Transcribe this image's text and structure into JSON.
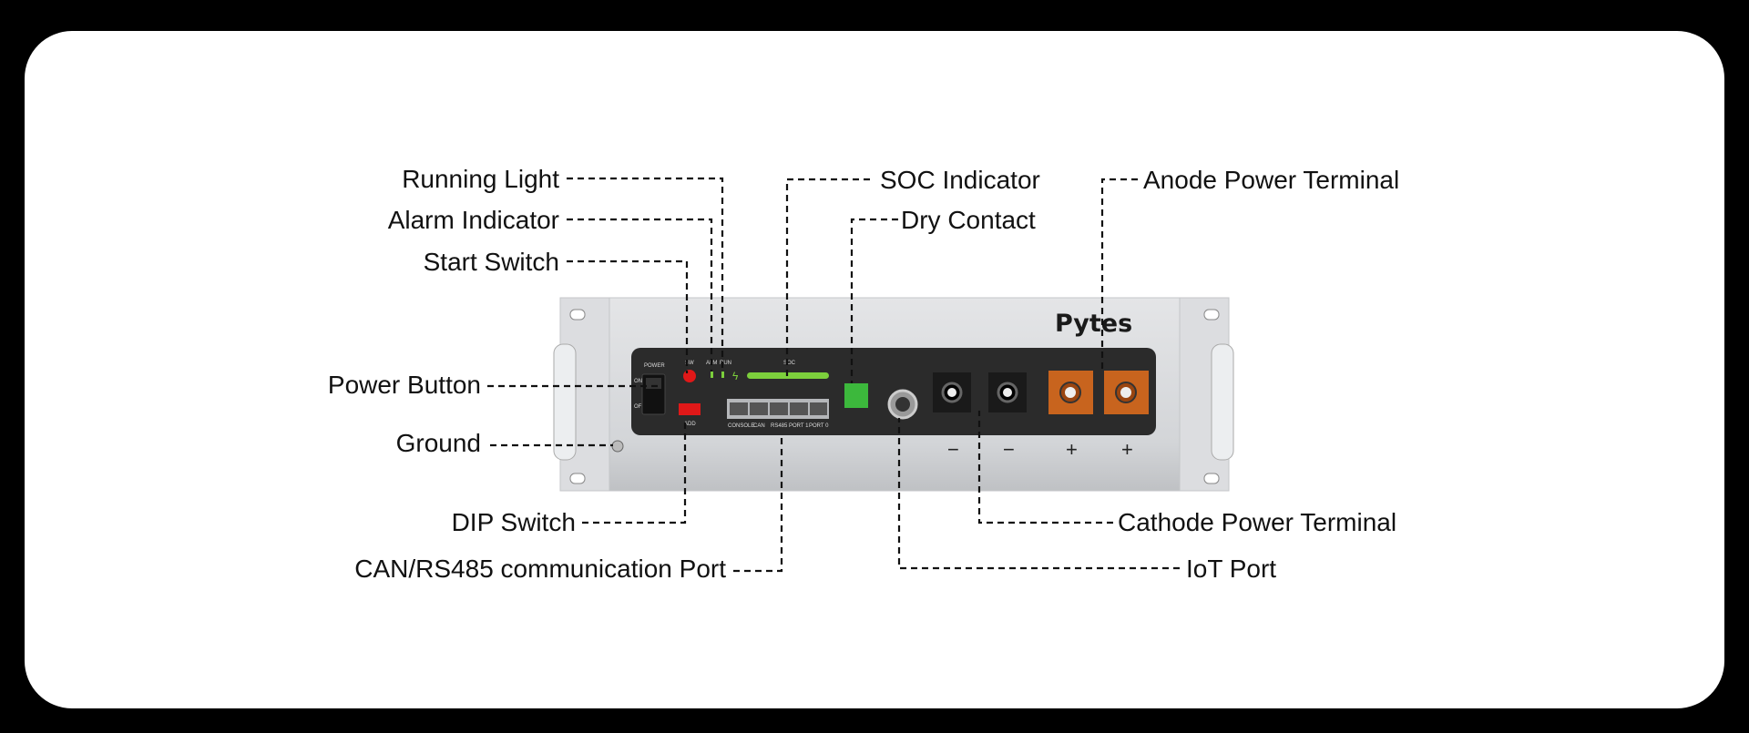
{
  "labels": {
    "running_light": "Running Light",
    "alarm_indicator": "Alarm Indicator",
    "start_switch": "Start Switch",
    "power_button": "Power Button",
    "ground": "Ground",
    "dip_switch": "DIP Switch",
    "can_rs485_port": "CAN/RS485 communication Port",
    "soc_indicator": "SOC Indicator",
    "dry_contact": "Dry Contact",
    "anode_power_terminal": "Anode Power Terminal",
    "cathode_power_terminal": "Cathode Power Terminal",
    "iot_port": "IoT Port"
  },
  "device": {
    "brand": "Pytes",
    "panel": {
      "power": "POWER",
      "on": "ON",
      "off": "OFF",
      "sw": "SW",
      "alm": "ALM",
      "run": "RUN",
      "soc": "SOC",
      "add": "ADD",
      "ports": [
        "CONSOLE",
        "CAN",
        "RS485",
        "PORT 1",
        "PORT 0"
      ],
      "terminal_signs": [
        "−",
        "−",
        "+",
        "+"
      ]
    },
    "colors": {
      "anode": "#c8641e",
      "soc_bar": "#7ccf3c",
      "dry_contact": "#3cb83c",
      "start_switch": "#e01818",
      "brand_accent": "#f08c1e"
    }
  }
}
